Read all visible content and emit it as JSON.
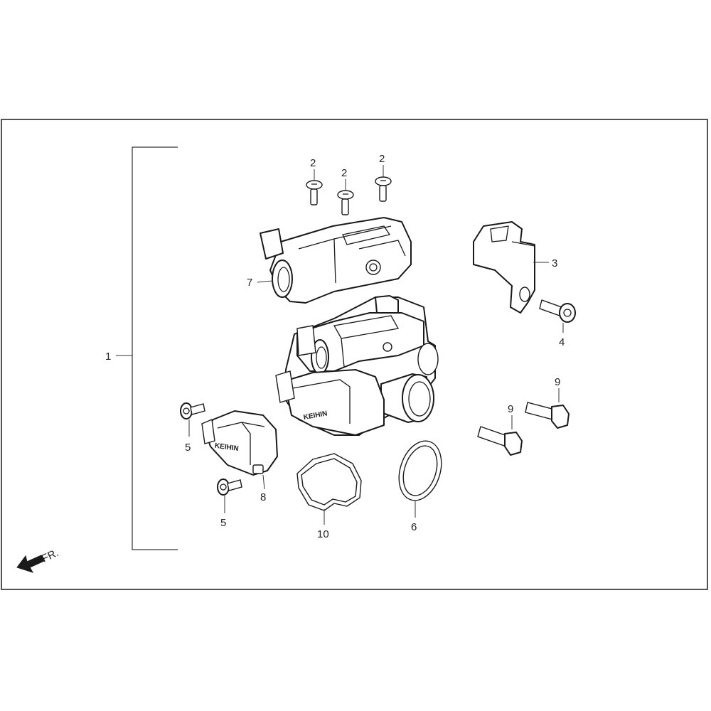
{
  "callouts": {
    "assembly": "1",
    "screw_a": "2",
    "screw_b": "2",
    "screw_c": "2",
    "bracket": "3",
    "bracket_bolt": "4",
    "sensor_screw_top": "5",
    "sensor_screw_bottom": "5",
    "o_ring": "6",
    "sensor_top": "7",
    "sensor_side": "8",
    "bolt_right": "9",
    "bolt_left": "9",
    "gasket": "10"
  },
  "front_indicator": {
    "label": "FR."
  },
  "brand_marks": {
    "main": "KEIHIN",
    "side": "KEIHIN"
  }
}
